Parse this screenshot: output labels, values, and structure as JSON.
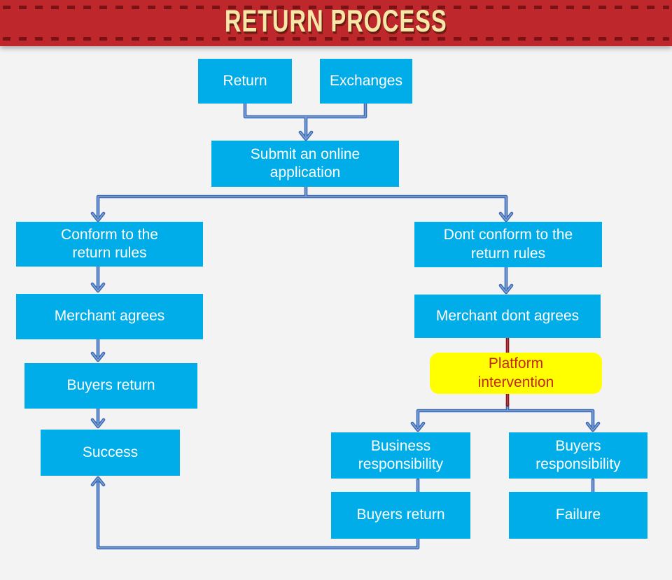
{
  "page": {
    "background": "#F3F3F4"
  },
  "header": {
    "title": "RETURN PROCESS",
    "banner_color": "#BE272C",
    "stitch_color": "#7A1115",
    "title_color": "#F6E7A8"
  },
  "colors": {
    "node_fill": "#00ADE8",
    "node_text": "#FFFFFF",
    "connector": "#3A68B2",
    "connector_highlight": "#82A6D8",
    "red_connector": "#8F1519",
    "red_connector_highlight": "#B9535A",
    "highlight_fill": "#FFFF00",
    "highlight_text": "#C5271D"
  },
  "nodes": {
    "return": {
      "label": "Return"
    },
    "exchanges": {
      "label": "Exchanges"
    },
    "submit": {
      "label": "Submit an online\napplication"
    },
    "conform": {
      "label": "Conform to the\nreturn rules"
    },
    "dont_conform": {
      "label": "Dont conform to the\nreturn rules"
    },
    "merchant_agrees": {
      "label": "Merchant agrees"
    },
    "merchant_dont_agrees": {
      "label": "Merchant dont agrees"
    },
    "buyers_return_left": {
      "label": "Buyers return"
    },
    "platform": {
      "label": "Platform\nintervention"
    },
    "success": {
      "label": "Success"
    },
    "business_resp": {
      "label": "Business\nresponsibility"
    },
    "buyers_resp": {
      "label": "Buyers\nresponsibility"
    },
    "buyers_return_bottom": {
      "label": "Buyers return"
    },
    "failure": {
      "label": "Failure"
    }
  },
  "edges": [
    {
      "from": "return",
      "to": "submit",
      "style": "arrow"
    },
    {
      "from": "exchanges",
      "to": "submit",
      "style": "arrow"
    },
    {
      "from": "submit",
      "to": "conform",
      "style": "arrow"
    },
    {
      "from": "submit",
      "to": "dont_conform",
      "style": "arrow"
    },
    {
      "from": "conform",
      "to": "merchant_agrees",
      "style": "arrow"
    },
    {
      "from": "merchant_agrees",
      "to": "buyers_return_left",
      "style": "arrow"
    },
    {
      "from": "buyers_return_left",
      "to": "success",
      "style": "arrow"
    },
    {
      "from": "dont_conform",
      "to": "merchant_dont_agrees",
      "style": "arrow"
    },
    {
      "from": "merchant_dont_agrees",
      "to": "platform",
      "style": "red-line"
    },
    {
      "from": "platform",
      "to": "business_resp",
      "style": "arrow"
    },
    {
      "from": "platform",
      "to": "buyers_resp",
      "style": "arrow"
    },
    {
      "from": "business_resp",
      "to": "buyers_return_bottom",
      "style": "line"
    },
    {
      "from": "buyers_resp",
      "to": "failure",
      "style": "line"
    },
    {
      "from": "buyers_return_bottom",
      "to": "success",
      "style": "arrow-loop"
    }
  ]
}
